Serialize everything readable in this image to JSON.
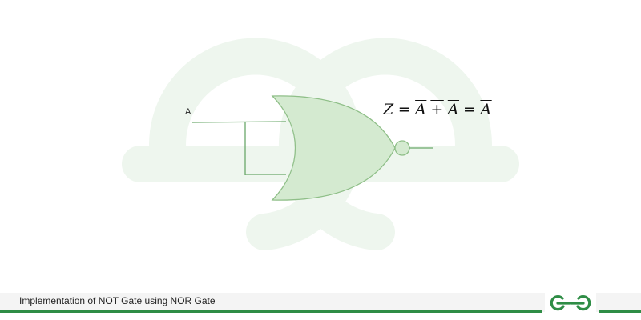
{
  "diagram": {
    "input_label": "A",
    "equation": {
      "lhs": "Z",
      "eq": "=",
      "term1_a": "A",
      "plus": "+",
      "term1_b": "A",
      "eq2": "=",
      "result": "A"
    }
  },
  "caption": {
    "text": "Implementation of NOT Gate using NOR Gate"
  },
  "colors": {
    "gate_fill": "#d4ead0",
    "gate_stroke": "#8fbf88",
    "wire": "#6aa86a",
    "brand_green": "#2f8d46",
    "watermark": "#eef6ee"
  }
}
